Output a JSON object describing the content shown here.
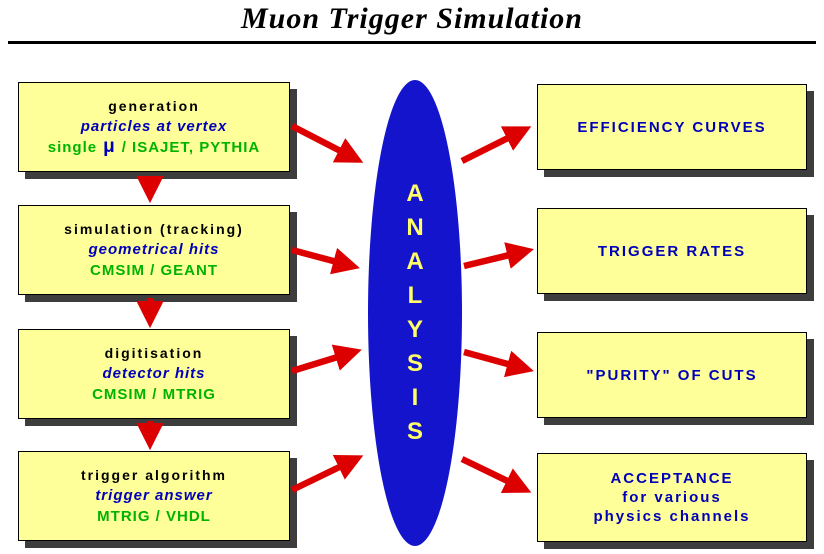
{
  "title": "Muon Trigger Simulation",
  "colors": {
    "box_fill": "#ffff99",
    "box_border": "#000000",
    "box_shadow": "#3d3d3d",
    "arrow": "#dd0000",
    "ellipse_fill": "#1414cc",
    "ellipse_text": "#ffff66",
    "blue_text": "#0000bb",
    "green_text": "#00b300",
    "black_text": "#000000"
  },
  "left_boxes": [
    {
      "line1": "generation",
      "line2": "particles at vertex",
      "line3_pre": "single",
      "line3_mu": "μ",
      "line3_post": "/  ISAJET, PYTHIA"
    },
    {
      "line1": "simulation (tracking)",
      "line2": "geometrical hits",
      "line3": "CMSIM / GEANT"
    },
    {
      "line1": "digitisation",
      "line2": "detector hits",
      "line3": "CMSIM / MTRIG"
    },
    {
      "line1": "trigger algorithm",
      "line2": "trigger answer",
      "line3": "MTRIG / VHDL"
    }
  ],
  "analysis": {
    "word": "ANALYSIS",
    "letters": [
      "A",
      "N",
      "A",
      "L",
      "Y",
      "S",
      "I",
      "S"
    ]
  },
  "right_boxes": [
    {
      "lines": [
        "EFFICIENCY CURVES"
      ]
    },
    {
      "lines": [
        "TRIGGER RATES"
      ]
    },
    {
      "lines": [
        "\"PURITY\" OF CUTS"
      ]
    },
    {
      "lines": [
        "ACCEPTANCE",
        "for various",
        "physics channels"
      ]
    }
  ]
}
